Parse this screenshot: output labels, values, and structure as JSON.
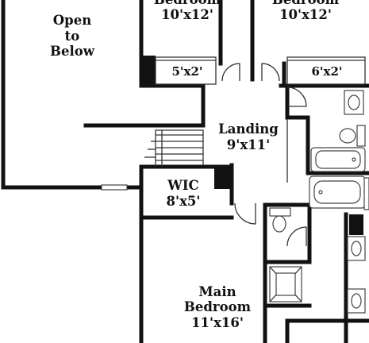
{
  "rooms": {
    "open_to_below": {
      "line1": "Open",
      "line2": "to",
      "line3": "Below"
    },
    "bedroom_left": {
      "name": "Bedroom",
      "size": "10'x12'"
    },
    "bedroom_right": {
      "name": "Bedroom",
      "size": "10'x12'"
    },
    "closet_left": {
      "size": "5'x2'"
    },
    "closet_right": {
      "size": "6'x2'"
    },
    "landing": {
      "name": "Landing",
      "size": "9'x11'"
    },
    "wic": {
      "name": "WIC",
      "size": "8'x5'"
    },
    "main_bedroom": {
      "line1": "Main",
      "line2": "Bedroom",
      "size": "11'x16'"
    }
  },
  "colors": {
    "wall": "#111111",
    "fixture": "#444444",
    "background": "#ffffff"
  }
}
